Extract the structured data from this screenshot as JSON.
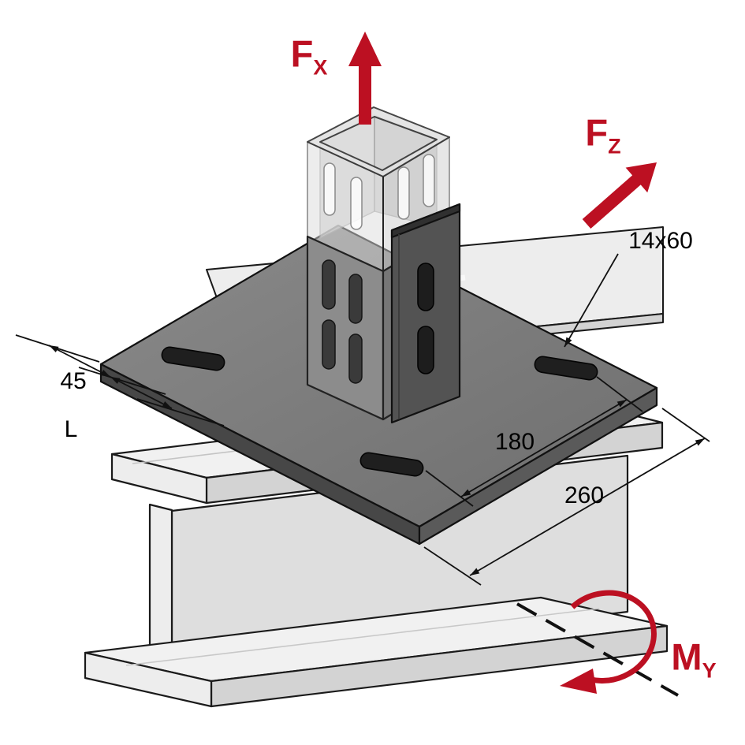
{
  "figure": {
    "type": "isometric technical diagram",
    "subject": "base plate with strut column mounted on steel I-beam, load directions and slot dimensions"
  },
  "colors": {
    "accent_red": "#bc1022",
    "outline": "#1a1a1a",
    "plate_top": "#7d7d7d",
    "plate_side_left": "#474747",
    "plate_side_right": "#5a5a5a",
    "steel_light": "#ededed",
    "steel_top": "#f1f1f1",
    "steel_mid": "#d3d3d3",
    "channel_dark": "#535353"
  },
  "force_labels": {
    "fx": {
      "base": "F",
      "sub": "X"
    },
    "fz": {
      "base": "F",
      "sub": "Z"
    },
    "my": {
      "base": "M",
      "sub": "Y"
    }
  },
  "dimension_labels": {
    "slot_size": "14x60",
    "edge_distance": "45",
    "length_var": "L",
    "slot_spacing": "180",
    "plate_width": "260"
  }
}
